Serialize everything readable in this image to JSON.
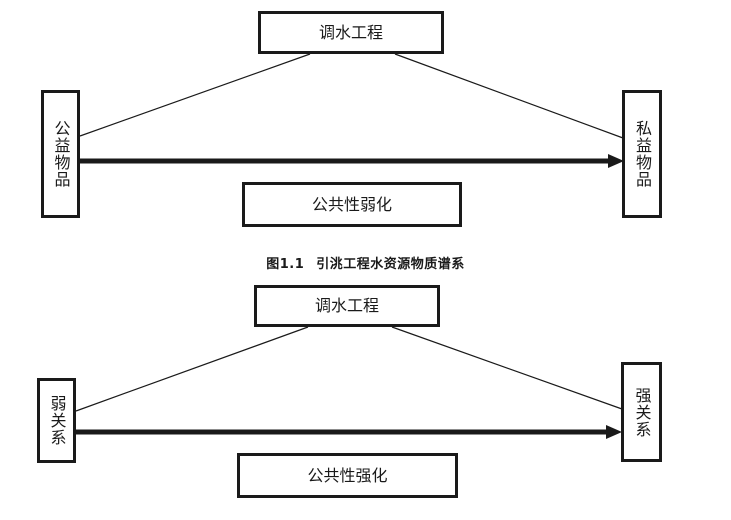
{
  "figure_1": {
    "top_box": "调水工程",
    "left_box": "公益物品",
    "right_box": "私益物品",
    "bottom_box": "公共性弱化"
  },
  "caption": {
    "number": "图1.1",
    "text": "引洮工程水资源物质谱系"
  },
  "figure_2": {
    "top_box": "调水工程",
    "left_box": "弱关系",
    "right_box": "强关系",
    "bottom_box": "公共性强化"
  },
  "colors": {
    "line": "#1a1a1a",
    "background": "#ffffff"
  }
}
